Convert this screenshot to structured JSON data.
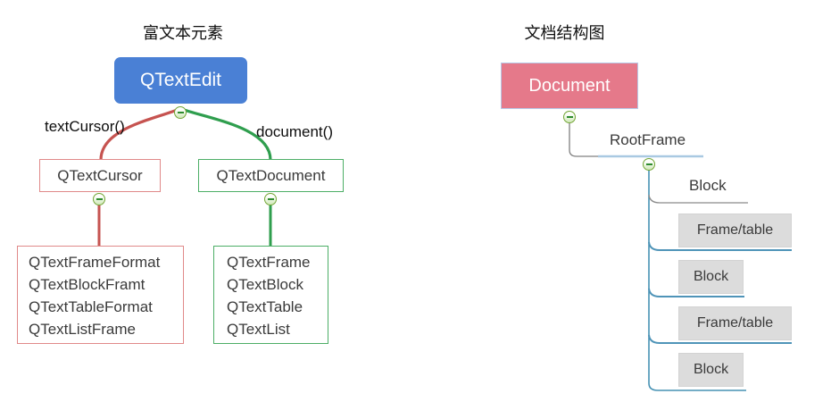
{
  "left": {
    "title": "富文本元素",
    "root_label": "QTextEdit",
    "edge_left_label": "textCursor()",
    "edge_right_label": "document()",
    "cursor_label": "QTextCursor",
    "document_label": "QTextDocument",
    "cursor_children": [
      "QTextFrameFormat",
      "QTextBlockFramt",
      "QTextTableFormat",
      "QTextListFrame"
    ],
    "document_children": [
      "QTextFrame",
      "QTextBlock",
      "QTextTable",
      "QTextList"
    ]
  },
  "right": {
    "title": "文档结构图",
    "root_label": "Document",
    "rootframe_label": "RootFrame",
    "children": [
      "Block",
      "Frame/table",
      "Block",
      "Frame/table",
      "Block"
    ]
  },
  "colors": {
    "root_blue": "#4a80d5",
    "document_pink": "#e5798a",
    "red_accent": "#c65350",
    "red_border": "#e08989",
    "green_accent": "#2f9e4e",
    "green_border": "#4cae66",
    "trunk_blue": "#4792b4",
    "rootframe_underline_blue": "#a9c9e2",
    "gray_connector": "#808080",
    "gray_box_fill": "#dcdcdc"
  }
}
